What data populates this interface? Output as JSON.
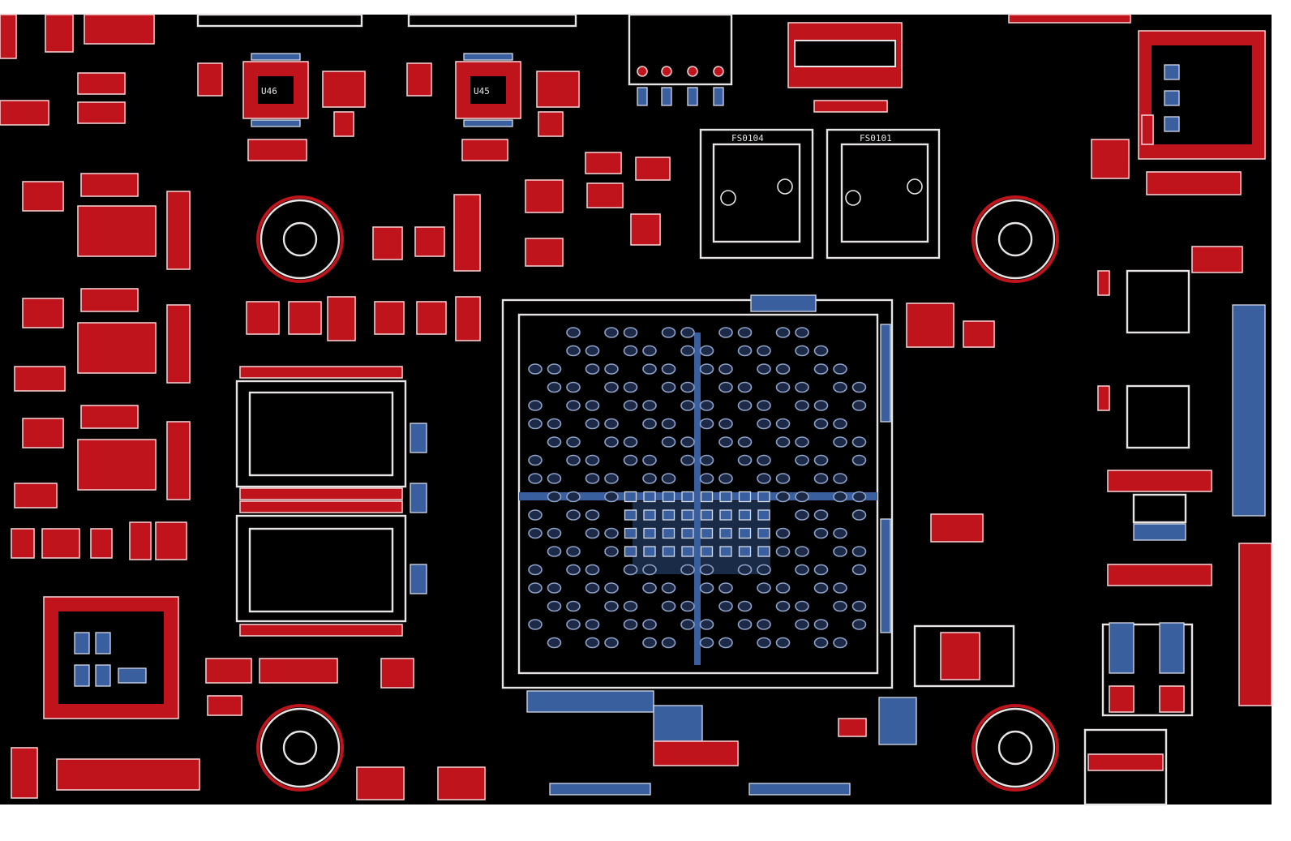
{
  "board": {
    "colors": {
      "background": "#000000",
      "copper_top": "#c0141c",
      "copper_bottom": "#3a5f9e",
      "silkscreen": "#e8e4e4",
      "frame": "#ffffff"
    },
    "labels": {
      "inductor_left": "FS0104",
      "inductor_right": "FS0101",
      "ic_left": "U46",
      "ic_right": "U45"
    },
    "icons": [
      "mounting-hole-icon",
      "bga-chip-icon",
      "inductor-icon",
      "qfn-chip-icon"
    ]
  }
}
